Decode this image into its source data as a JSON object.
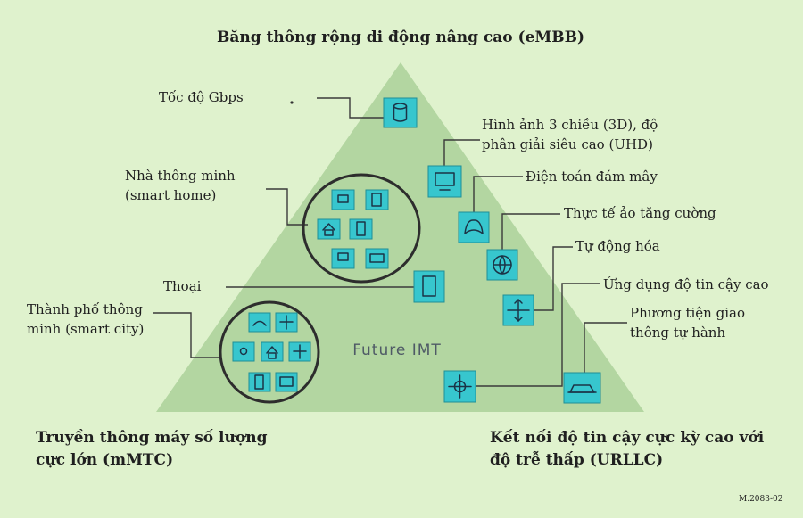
{
  "title": "Băng thông rộng di động nâng cao (eMBB)",
  "center_label": "Future IMT",
  "corner_left": [
    "Truyền thông máy số lượng",
    "cực lớn (mMTC)"
  ],
  "corner_right": [
    "Kết nối độ tin cậy cực kỳ cao với",
    "độ trễ thấp (URLLC)"
  ],
  "figure_ref": "M.2083-02",
  "labels": {
    "gbps": "Tốc độ Gbps",
    "uhd": [
      "Hình ảnh 3 chiều (3D), độ",
      "phân giải siêu cao (UHD)"
    ],
    "cloud": "Điện toán đám mây",
    "ar": "Thực tế ảo tăng cường",
    "automation": "Tự động hóa",
    "reliable_apps": "Ứng dụng độ tin cậy cao",
    "self_driving": [
      "Phương tiện giao",
      "thông tự hành"
    ],
    "smart_home": [
      "Nhà thông minh",
      "(smart home)"
    ],
    "voice": "Thoại",
    "smart_city": [
      "Thành phố thông",
      "minh (smart city)"
    ]
  },
  "icons": {
    "gbps": "database-icon",
    "uhd": "monitor-icon",
    "cloud": "gamepad-icon",
    "ar": "globe-icon",
    "automation": "arrows-icon",
    "voice": "tablet-icon",
    "self_driving": "car-icon",
    "reliable_apps": "target-icon"
  },
  "colors": {
    "background": "#dff2cd",
    "pyramid": "#b3d6a1",
    "tile": "#37c6ce"
  }
}
